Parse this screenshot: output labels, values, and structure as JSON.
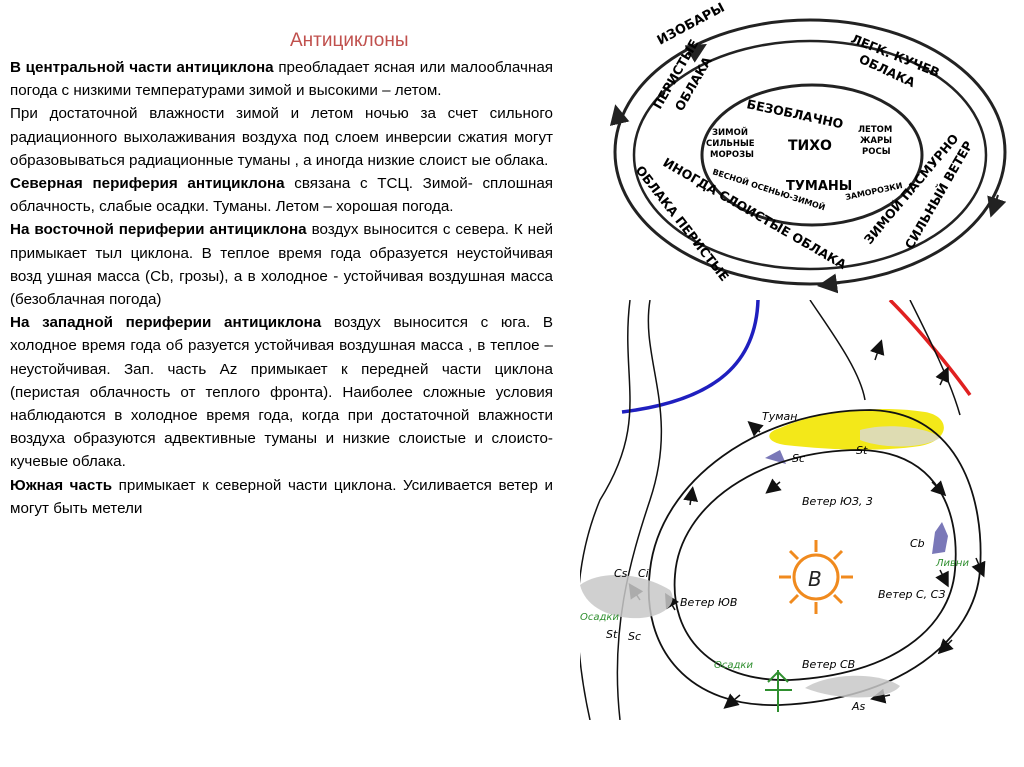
{
  "slide": {
    "title": "Антициклоны",
    "paragraphs": [
      {
        "bold": "В центральной части антициклона",
        "text": " преобладает ясная или малооблачная погода с низкими температурами зимой и высокими – летом."
      },
      {
        "bold": "",
        "text": "При достаточной влажности зимой и летом ночью за счет сильного радиационного выхолаживания воздуха под слоем инверсии сжатия могут образовываться радиационные туманы , а иногда низкие слоист ые облака."
      },
      {
        "bold": "Северная периферия антициклона",
        "text": " связана с ТСЦ. Зимой- сплошная облачность, слабые осадки. Туманы. Летом – хорошая погода."
      },
      {
        "bold": "На восточной периферии антициклона",
        "text": " воздух выносится с севера. К ней примыкает тыл циклона. В теплое время года образуется неустойчивая возд ушная масса (Cb, грозы), а в холодное - устойчивая воздушная масса (безоблачная погода)"
      },
      {
        "bold": "На западной периферии антициклона",
        "text": " воздух выносится с юга. В холодное время года об разуется устойчивая воздушная масса , в теплое – неустойчивая. Зап. часть Az примыкает к передней части циклона (перистая облачность от теплого фронта). Наиболее сложные условия наблюдаются в холодное время года, когда при достаточной влажности воздуха образуются адвективные туманы и низкие слоистые и слоисто-кучевые облака."
      },
      {
        "bold": "Южная часть",
        "text": " примыкает к северной части циклона. Усиливается ветер и могут быть метели"
      }
    ]
  },
  "diagram": {
    "outer_top": "ИЗОБАРЫ",
    "outer_left_top": "ПЕРИСТЫЕ",
    "outer_left_top2": "ОБЛАКА",
    "outer_right_top": "ЛЕГК. КУЧЕВ",
    "outer_right_top2": "ОБЛАКА",
    "outer_left_bottom": "ОБЛАКА ПЕРИСТЫЕ",
    "outer_bottom": "ИНОГДА СЛОИСТЫЕ ОБЛАКА",
    "outer_right_bottom": "ЗИМОЙ ПАСМУРНО",
    "outer_right_bottom2": "СИЛЬНЫЙ ВЕТЕР",
    "inner_top": "БЕЗОБЛАЧНО",
    "inner_left1": "ЗИМОЙ",
    "inner_left2": "СИЛЬНЫЕ",
    "inner_left3": "МОРОЗЫ",
    "inner_center": "ТИХО",
    "inner_right1": "ЛЕТОМ",
    "inner_right2": "ЖАРЫ",
    "inner_right3": "РОСЫ",
    "inner_bottom": "ТУМАНЫ",
    "inner_bottom_left": "ВЕСНОЙ ОСЕНЬЮ-ЗИМОЙ",
    "inner_bottom_right": "ЗАМОРОЗКИ"
  },
  "map": {
    "fog": "Туман",
    "sc_top": "Sc",
    "st_top": "St",
    "wind_sw": "Ветер ЮЗ, 3",
    "cb": "Cb",
    "showers": "Ливни",
    "center": "В",
    "cs": "Cs",
    "ci": "Ci",
    "precip_left": "Осадки",
    "st_left": "St",
    "sc_left": "Sc",
    "wind_se": "Ветер ЮВ",
    "wind_n_nw": "Ветер С, СЗ",
    "precip_bottom": "Осадки",
    "wind_ne": "Ветер СВ",
    "as": "As",
    "colors": {
      "cold_front": "#1f1fbf",
      "warm_front": "#e02020",
      "fog": "#f2e600",
      "sun": "#f08a1e",
      "precip": "#2f8f2f",
      "cloud": "#c8c8c8",
      "cb_cloud": "#7a78b8"
    }
  }
}
